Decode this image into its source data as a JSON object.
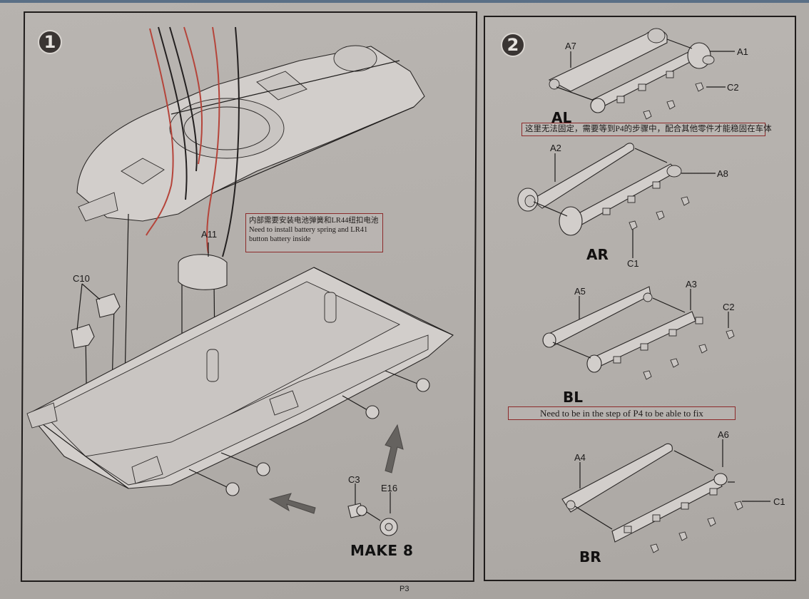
{
  "document": {
    "page_number": "P3",
    "colors": {
      "note_border": "#8c2a2a",
      "step_badge": "#3a3533",
      "paper": "#b2aeaa",
      "red_wire": "#b5443a"
    }
  },
  "step1": {
    "number": "1",
    "parts": {
      "a11": "A11",
      "c10": "C10",
      "c3": "C3",
      "e16": "E16"
    },
    "note": {
      "zh": "内部需要安装电池弹簧和LR44纽扣电池",
      "en_line1": "Need to install battery spring and LR41",
      "en_line2": "button battery inside"
    },
    "make_label": "MAKE 8",
    "arrow_icons": [
      "arrow-up-right-icon",
      "arrow-left-icon"
    ]
  },
  "step2": {
    "number": "2",
    "assemblies": [
      {
        "variant": "AL",
        "parts": [
          "A7",
          "A1",
          "C2"
        ],
        "note_zh": "这里无法固定，需要等到P4的步骤中，配合其他零件才能稳固在车体"
      },
      {
        "variant": "AR",
        "parts": [
          "A2",
          "A8",
          "C1"
        ]
      },
      {
        "variant": "BL",
        "parts": [
          "A5",
          "A3",
          "C2"
        ],
        "note_en": "Need to be in the step of P4 to be able to fix"
      },
      {
        "variant": "BR",
        "parts": [
          "A4",
          "A6",
          "C1"
        ]
      }
    ]
  }
}
